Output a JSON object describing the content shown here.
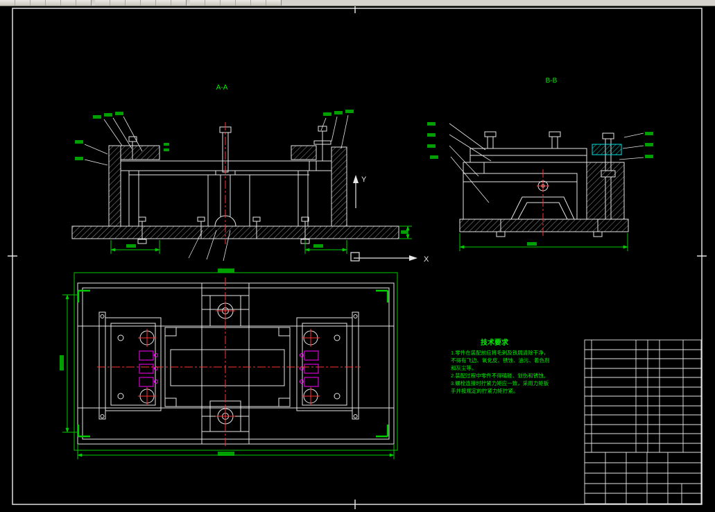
{
  "app": {
    "toolbar": {
      "button_count": 18
    }
  },
  "sheet": {
    "background": "#000000",
    "frame_color": "#f0f0f0"
  },
  "drawing": {
    "views": {
      "front_section": {
        "label": "A-A"
      },
      "side_section": {
        "label": "B-B"
      }
    },
    "ucs": {
      "x_label": "X",
      "y_label": "Y"
    },
    "notes": {
      "title": "技术要求",
      "lines": [
        "1.零件在装配前应将毛刺及铁屑清除干净，",
        "不得有飞边、氧化皮、锈蚀、油污、着色剂",
        "和灰尘等。",
        "2.装配过程中零件不得磕碰、划伤和锈蚀。",
        "3.螺栓连接时拧紧力矩应一致，采用力矩扳",
        "手并按规定的拧紧力矩拧紧。"
      ]
    },
    "colors": {
      "geometry": "#e6e6e6",
      "dimension": "#00cc00",
      "annotation": "#00ee00",
      "centerline": "#ff3333",
      "highlight": "#ff00ff",
      "insert_block": "#00e5e5"
    }
  },
  "title_block": {
    "bom_rows": 12
  }
}
